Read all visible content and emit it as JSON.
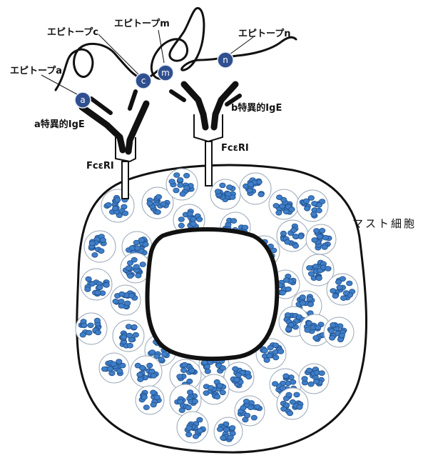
{
  "labels": {
    "epitope_a": "エピトープa",
    "epitope_c": "エピトープc",
    "epitope_m": "エピトープm",
    "epitope_n": "エピトープn",
    "ige_a": "a特異的IgE",
    "ige_b": "b特異的IgE",
    "receptor_left": "FcεRI",
    "receptor_right": "FcεRI",
    "cell": "マスト細胞"
  },
  "epitope_letters": {
    "a": "a",
    "c": "c",
    "m": "m",
    "n": "n"
  },
  "colors": {
    "epitope_fill": "#2f4f8f",
    "granule_fill": "#3f7ec8",
    "granule_stroke": "#1f4f8a",
    "outline": "#111111"
  }
}
